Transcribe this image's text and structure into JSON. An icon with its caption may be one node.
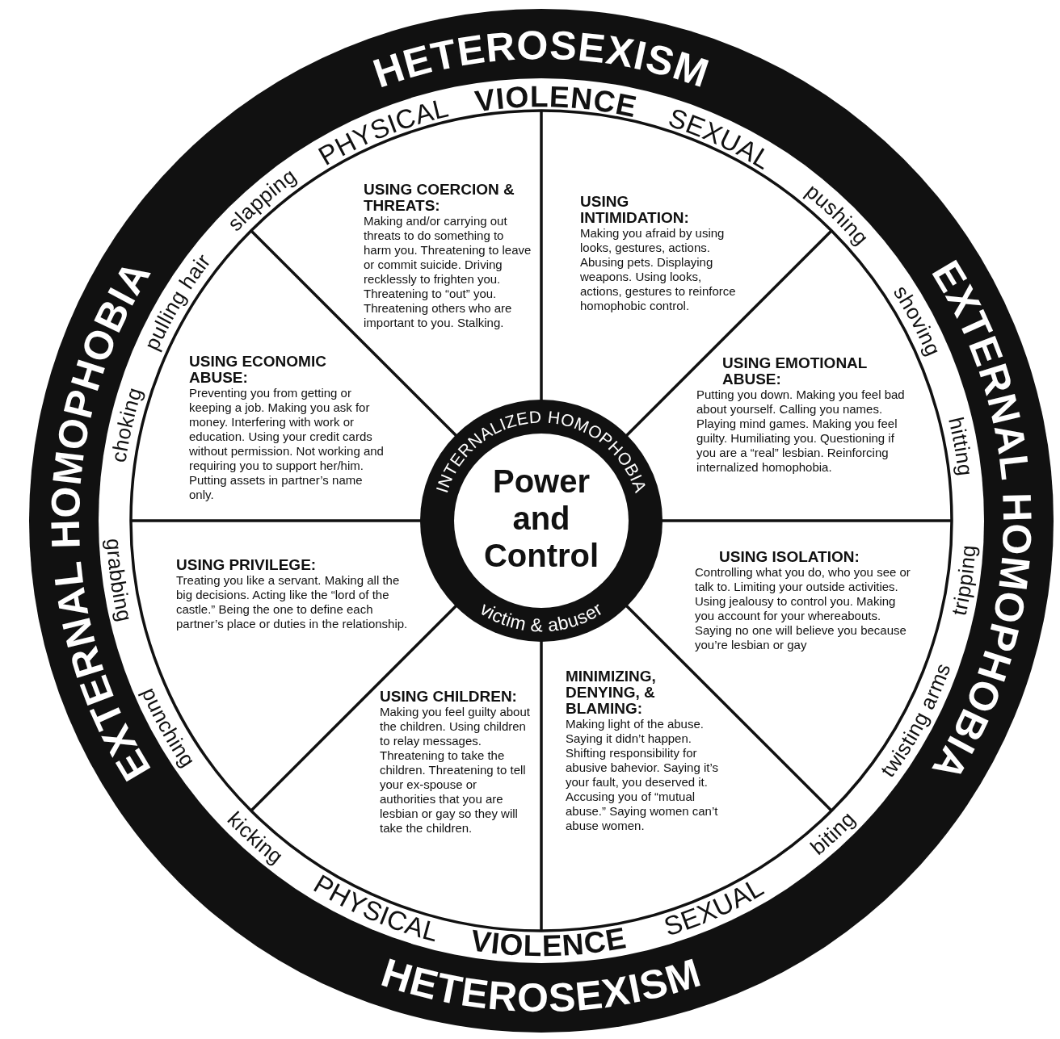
{
  "diagram": {
    "nodes": [
      {
        "text": [
          "HETEROSEXISM",
          "EXTERNAL HOMOPHOBIA",
          "EXTERNAL HOMOPHOBIA",
          "HETEROSEXISM"
        ]
      },
      {
        "text": [
          "USING COERCION & THREATS:",
          "Making and/or carrying out threats to do something to harm you. Threatening to leave or commit suicide. Driving recklessly to frighten you. Threatening to “out” you. Threatening others who are important to you. Stalking."
        ],
        "in": 0
      },
      {
        "text": [
          "USING INTIMIDATION:",
          "Making you afraid by using looks, gestures, actions. Abusing pets. Displaying weapons. Using looks, actions, gestures to reinforce homophobic control."
        ],
        "in": 0
      },
      {
        "text": [
          "USING ECONOMIC ABUSE:",
          "Preventing you from getting or keeping a job. Making you ask for money. Interfering with work or education. Using your credit cards without permission. Not working and requiring you to support her/him. Putting assets in partner’s name only."
        ],
        "in": 0
      },
      {
        "text": [
          "USING EMOTIONAL ABUSE:",
          "Putting you down. Making you feel bad about yourself. Calling you names. Playing mind games. Making you feel guilty. Humiliating you. Questioning if you are a “real” lesbian. Reinforcing internalized homophobia."
        ],
        "in": 0
      },
      {
        "text": [
          "USING PRIVILEGE:",
          "Treating you like a servant. Making all the big decisions. Acting like the “lord of the castle.” Being the one to define each partner’s place or duties in the relationship."
        ],
        "in": 0
      },
      {
        "text": [
          "USING ISOLATION:",
          "Controlling what you do, who you see or talk to. Limiting your outside activities. Using jealousy to control you. Making you account for your whereabouts. Saying no one will believe you because you’re lesbian or gay"
        ],
        "in": 0
      },
      {
        "text": [
          "USING CHILDREN:",
          "Making you feel guilty about the children. Using children to relay messages. Threatening to take the children. Threatening to tell your ex-spouse or authorities that you are lesbian or gay so they will take the children."
        ],
        "in": 0
      },
      {
        "text": [
          "MINIMIZING, DENYING, & BLAMING:",
          "Making light of the abuse. Saying it didn’t happen. Shifting responsibility for abusive bahevior. Saying it’s your fault, you deserved it. Accusing you of “mutual abuse.” Saying women can’t abuse women."
        ],
        "in": 0
      },
      {
        "text": [
          "INTERNALIZED HOMOPHOBIA",
          "Power and Control",
          "victim & abuser"
        ],
        "in": 0
      }
    ],
    "labels": [
      "PHYSICAL",
      "VIOLENCE",
      "SEXUAL",
      "slapping",
      "pulling hair",
      "choking",
      "grabbing",
      "punching",
      "kicking",
      "pushing",
      "shoving",
      "hitting",
      "tripping",
      "twisting arms",
      "biting",
      "PHYSICAL",
      "VIOLENCE",
      "SEXUAL"
    ]
  }
}
